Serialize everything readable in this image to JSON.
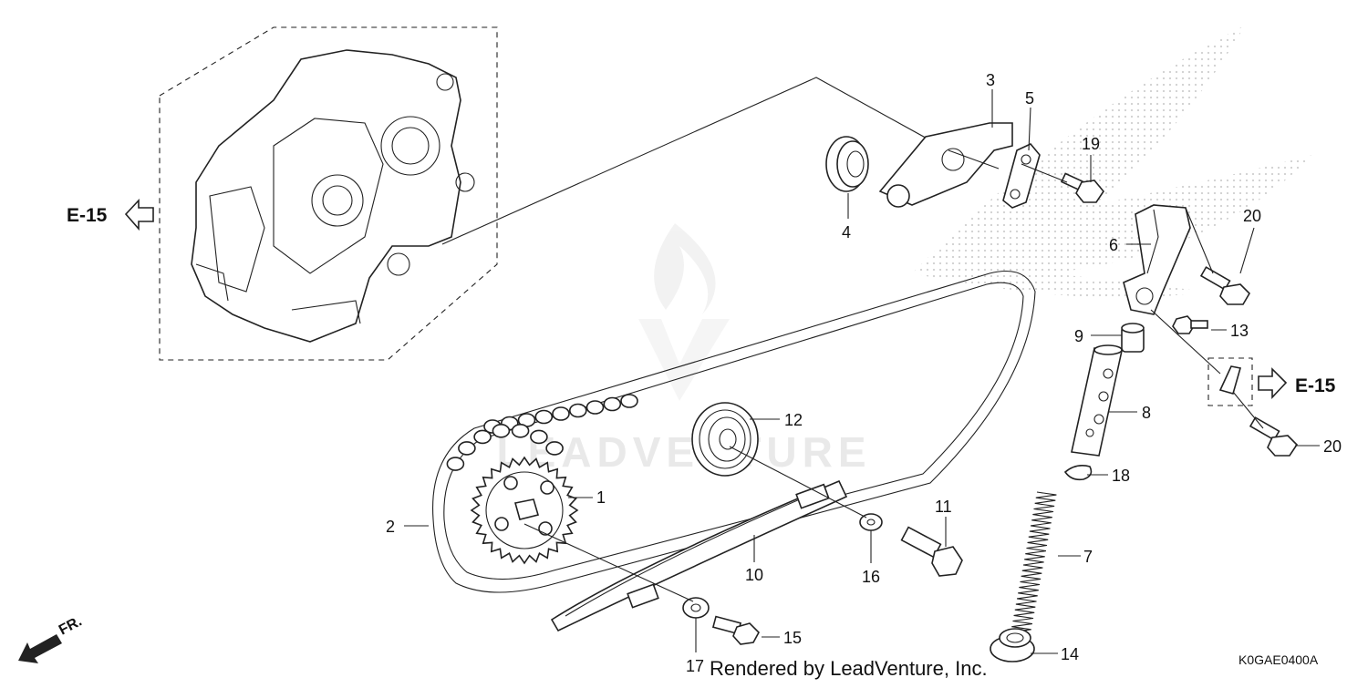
{
  "diagram": {
    "callouts": [
      "1",
      "2",
      "3",
      "4",
      "5",
      "6",
      "7",
      "8",
      "9",
      "10",
      "11",
      "12",
      "13",
      "14",
      "15",
      "16",
      "17",
      "18",
      "19",
      "20",
      "20"
    ],
    "section_refs": [
      "E-15",
      "E-15"
    ],
    "direction_label": "FR.",
    "diagram_code": "K0GAE0400A",
    "credit": "Rendered by LeadVenture, Inc.",
    "watermark": "LEADVENTURE"
  }
}
